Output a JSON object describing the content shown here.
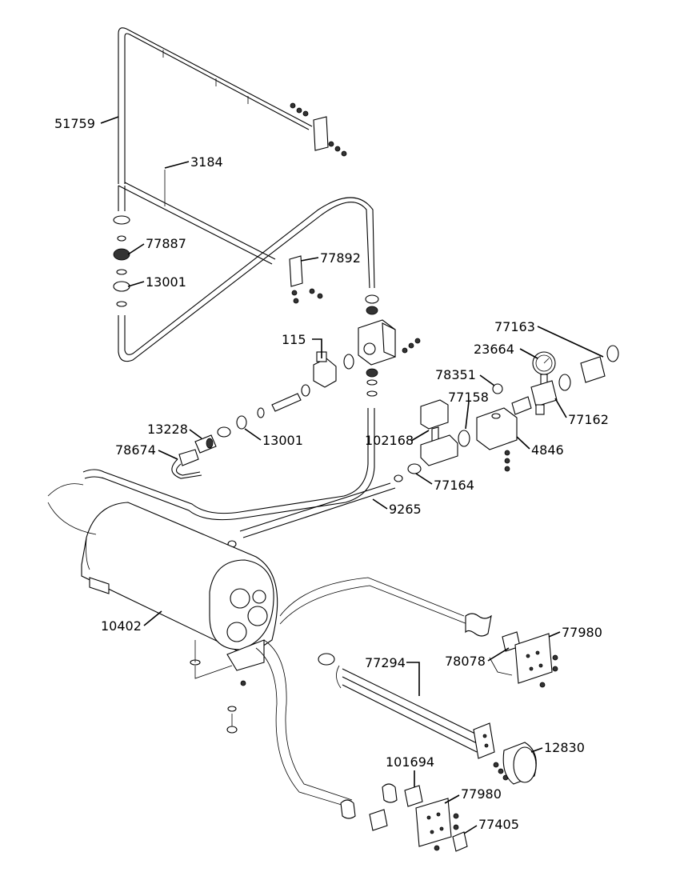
{
  "labels": {
    "l51759": "51759",
    "l3184": "3184",
    "l77887": "77887",
    "l13001a": "13001",
    "l77892": "77892",
    "l115": "115",
    "l77163": "77163",
    "l23664": "23664",
    "l78351": "78351",
    "l77158": "77158",
    "l77162": "77162",
    "l13228": "13228",
    "l13001b": "13001",
    "l102168": "102168",
    "l4846": "4846",
    "l78674": "78674",
    "l77164": "77164",
    "l9265": "9265",
    "l10402": "10402",
    "l77294": "77294",
    "l77980a": "77980",
    "l78078": "78078",
    "l12830": "12830",
    "l101694": "101694",
    "l77980b": "77980",
    "l77405": "77405"
  }
}
